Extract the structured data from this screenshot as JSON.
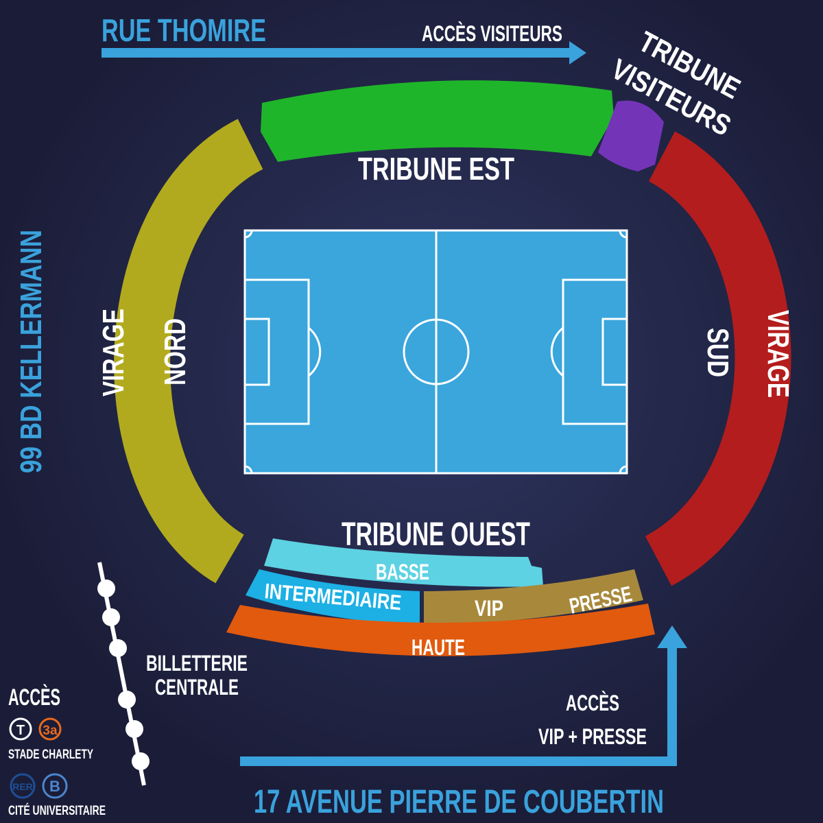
{
  "streets": {
    "top": "RUE THOMIRE",
    "left": "99 BD KELLERMANN",
    "bottom": "17 AVENUE PIERRE DE COUBERTIN"
  },
  "access": {
    "visitors": "ACCÈS VISITEURS",
    "vip_line1": "ACCÈS",
    "vip_line2": "VIP + PRESSE",
    "ticketing_line1": "BILLETTERIE",
    "ticketing_line2": "CENTRALE"
  },
  "stands": {
    "est": "TRIBUNE EST",
    "visiteurs_line1": "TRIBUNE",
    "visiteurs_line2": "VISITEURS",
    "nord_line1": "VIRAGE",
    "nord_line2": "NORD",
    "sud_line1": "VIRAGE",
    "sud_line2": "SUD",
    "ouest": "TRIBUNE OUEST",
    "basse": "BASSE",
    "intermediaire": "INTERMEDIAIRE",
    "vip": "VIP",
    "presse": "PRESSE",
    "haute": "HAUTE"
  },
  "transport": {
    "title": "ACCÈS",
    "tram_badge": "T",
    "tram_line": "3a",
    "tram_stop": "STADE CHARLETY",
    "rer_badge": "RER",
    "rer_line": "B",
    "rer_stop": "CITÉ UNIVERSITAIRE"
  },
  "colors": {
    "background": "#1b1d38",
    "street": "#3aa2dc",
    "est": "#1fb52a",
    "visiteurs": "#7434b8",
    "nord": "#b2aa1e",
    "sud": "#b41d1d",
    "basse": "#5dd2e2",
    "intermediaire": "#1cb0e4",
    "vip": "#a8893c",
    "haute": "#e15a0e",
    "pitch": "#3aa6dc"
  }
}
